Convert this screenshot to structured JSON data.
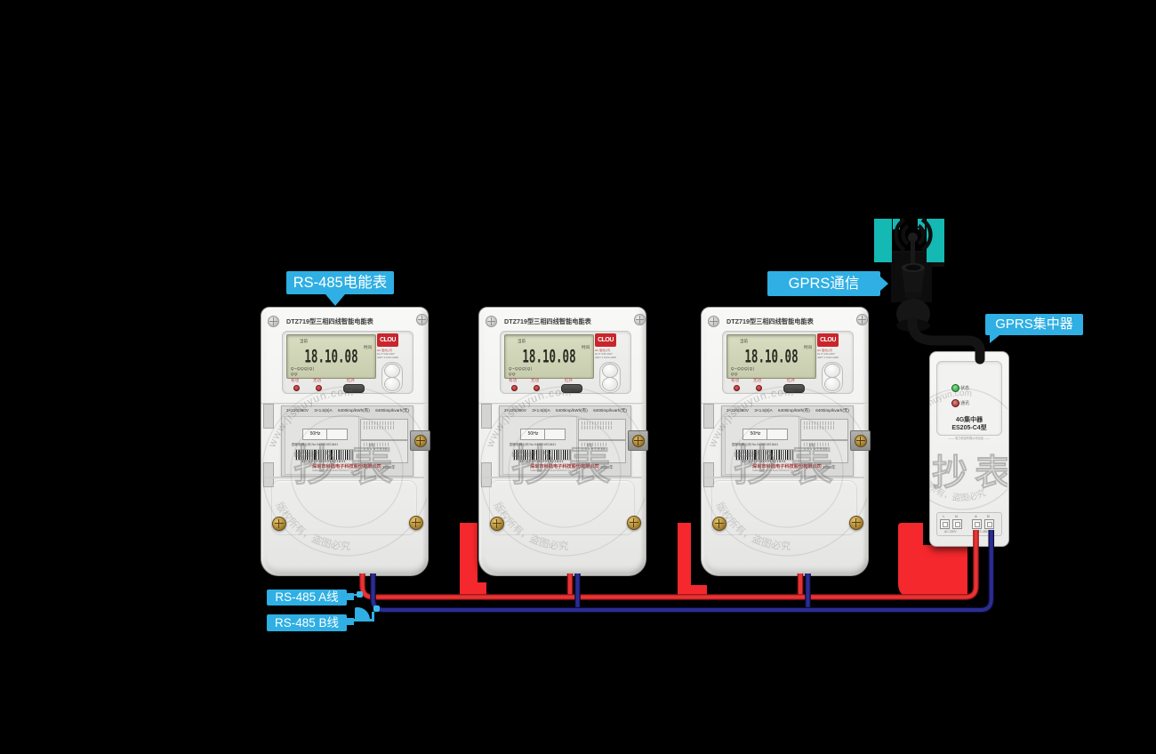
{
  "background": "#000000",
  "colors": {
    "label_blue": "#2fafe3",
    "teal": "#14b9b4",
    "wire_red": "#e73333",
    "wire_red_dark": "#8f1216",
    "wire_blue": "#2b2d92",
    "wire_blue_dark": "#0b0b33",
    "red_bar": "#f5282d",
    "lcd_green": "#d2d6b8",
    "logo_red": "#c8262c"
  },
  "labels": {
    "meter_pointer": "RS-485电能表",
    "gprs_comm": "GPRS通信",
    "gprs_concentrator": "GPRS集中器",
    "wire_a": "RS-485 A线",
    "wire_b": "RS-485 B线"
  },
  "meter": {
    "title": "DTZ719型三相四线智能电能表",
    "lcd": {
      "top_left": "当前",
      "top_right": "时间",
      "value": "18.10.08",
      "icons_row": "Ϙ~ϘϘϘ|Ϙ|",
      "icons_row2": "ϘϘ"
    },
    "logo_text": "CLOU",
    "cert_lines": [
      "HC 型式认可",
      "DL/T 645-2007",
      "GB/T 17215-2008"
    ],
    "indicators": {
      "active": "有功",
      "reactive": "无功",
      "infrared": "红外"
    },
    "specs": [
      "3×220/380V",
      "3×1.5(6)A",
      "6400imp/kWh(有)",
      "6400imp/kvarh(无)"
    ],
    "freq": "50Hz",
    "grid_row": "国家电网公司  No.041901921841",
    "barcode_number": "4206212041901921841",
    "diag_rows1": [
      "▏▏▏▏▏▏▏▏▏▏▏▏",
      "▏▏▏▏▏▏▏▏▏▏▏▏"
    ],
    "diag_rows2": [
      "▏▏▏▏▏▏▏▏▏▏",
      "1 3 4 6 7 9 10"
    ],
    "company": "深圳市科陆电子科技股份有限公司",
    "company_sub": "SHENZHEN CLOU ELECTRONICS CO.,LTD.",
    "year": "2020年"
  },
  "concentrator": {
    "led1": "状态",
    "led2": "通讯",
    "name": "4G集中器",
    "model": "ES205-C4型",
    "maker_line": "—— 电力科技有限公司出品 ——",
    "terminals": [
      "L",
      "N",
      "A",
      "B"
    ],
    "port_left": "AC 220V",
    "port_right": "RS-485"
  },
  "watermark": {
    "url": "www.jishuyun.com",
    "notice": "版权所有，盗图必究",
    "big_text": "抄表"
  }
}
